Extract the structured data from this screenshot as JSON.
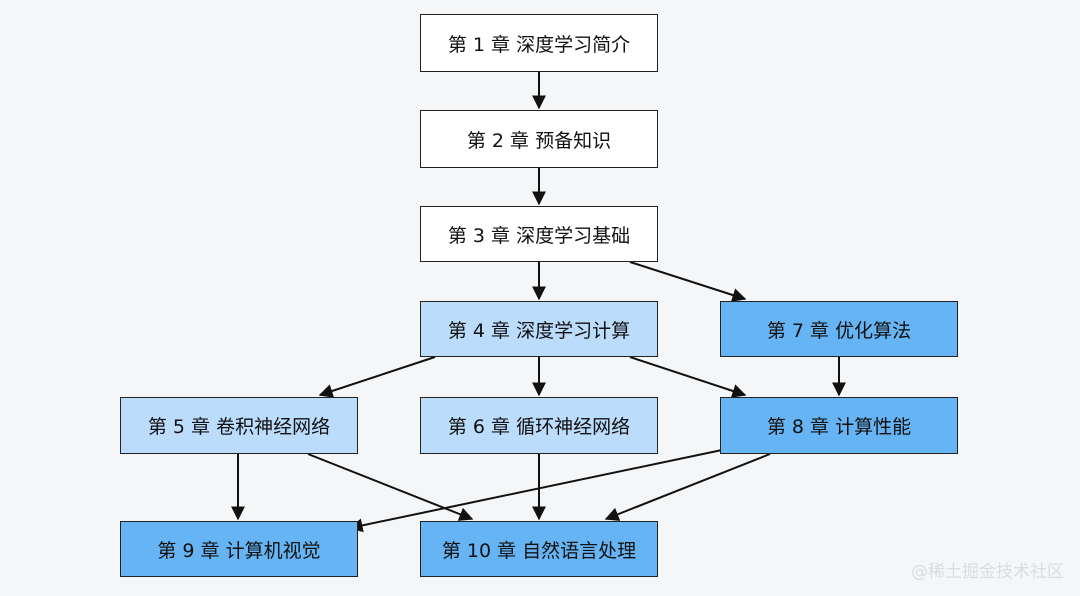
{
  "nodes": {
    "ch1": {
      "label": "第 1 章  深度学习简介",
      "color": "#ffffff"
    },
    "ch2": {
      "label": "第 2 章  预备知识",
      "color": "#ffffff"
    },
    "ch3": {
      "label": "第 3 章  深度学习基础",
      "color": "#ffffff"
    },
    "ch4": {
      "label": "第 4 章  深度学习计算",
      "color": "#bcdcfc"
    },
    "ch5": {
      "label": "第 5 章  卷积神经网络",
      "color": "#bcdcfc"
    },
    "ch6": {
      "label": "第 6 章  循环神经网络",
      "color": "#bcdcfc"
    },
    "ch7": {
      "label": "第 7 章  优化算法",
      "color": "#66b4f4"
    },
    "ch8": {
      "label": "第 8 章  计算性能",
      "color": "#66b4f4"
    },
    "ch9": {
      "label": "第 9 章  计算机视觉",
      "color": "#66b4f4"
    },
    "ch10": {
      "label": "第 10 章  自然语言处理",
      "color": "#66b4f4"
    }
  },
  "edges": [
    [
      "ch1",
      "ch2"
    ],
    [
      "ch2",
      "ch3"
    ],
    [
      "ch3",
      "ch4"
    ],
    [
      "ch3",
      "ch7"
    ],
    [
      "ch4",
      "ch5"
    ],
    [
      "ch4",
      "ch6"
    ],
    [
      "ch4",
      "ch8"
    ],
    [
      "ch7",
      "ch8"
    ],
    [
      "ch5",
      "ch9"
    ],
    [
      "ch5",
      "ch10"
    ],
    [
      "ch6",
      "ch10"
    ],
    [
      "ch8",
      "ch9"
    ],
    [
      "ch8",
      "ch10"
    ]
  ],
  "watermark": "@稀土掘金技术社区"
}
